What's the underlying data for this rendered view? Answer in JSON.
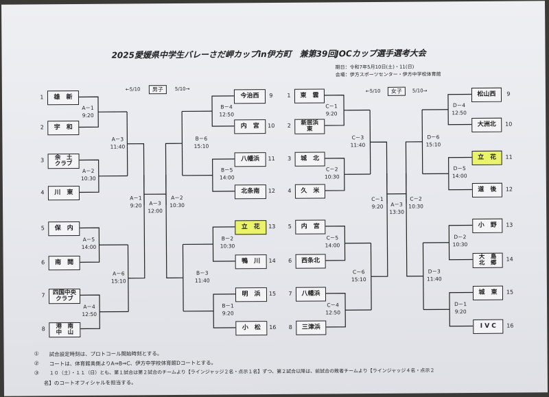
{
  "title": "2025愛媛県中学生バレーさだ岬カップin伊方町　兼第39回JOCカップ選手選考大会",
  "period": "期日：令和7年5月10日(土)・11(日)",
  "venue": "会場：伊方スポーツセンター・伊方中学校体育館",
  "boys": {
    "label": "男子",
    "date_left": "←5/10",
    "date_right": "5/10→",
    "left_teams": [
      {
        "num": "1",
        "name": "雄　新"
      },
      {
        "num": "2",
        "name": "宇　和"
      },
      {
        "num": "3",
        "name": "余　土\nクラブ"
      },
      {
        "num": "4",
        "name": "川　東"
      },
      {
        "num": "5",
        "name": "保　内"
      },
      {
        "num": "6",
        "name": "南　閲"
      },
      {
        "num": "7",
        "name": "四国中央\nクラブ"
      },
      {
        "num": "8",
        "name": "港　南\n中　山"
      }
    ],
    "right_teams": [
      {
        "num": "9",
        "name": "今治西"
      },
      {
        "num": "10",
        "name": "内　宮"
      },
      {
        "num": "11",
        "name": "八幡浜"
      },
      {
        "num": "12",
        "name": "北条南"
      },
      {
        "num": "13",
        "name": "立　花"
      },
      {
        "num": "14",
        "name": "鴨　川"
      },
      {
        "num": "15",
        "name": "明　浜"
      },
      {
        "num": "16",
        "name": "小　松"
      }
    ],
    "matches": {
      "A1": {
        "code": "A－1",
        "time": "9:20"
      },
      "A2": {
        "code": "A－2",
        "time": "10:30"
      },
      "A3": {
        "code": "A－3",
        "time": "11:40"
      },
      "A4": {
        "code": "A－4",
        "time": "12:50"
      },
      "A5": {
        "code": "A－5",
        "time": "14:00"
      },
      "A6": {
        "code": "A－6",
        "time": "15:10"
      },
      "B1": {
        "code": "B－1",
        "time": "9:20"
      },
      "B2": {
        "code": "B－2",
        "time": "10:30"
      },
      "B3": {
        "code": "B－3",
        "time": "11:40"
      },
      "B4": {
        "code": "B－4",
        "time": "12:50"
      },
      "B5": {
        "code": "B－5",
        "time": "14:00"
      },
      "B6": {
        "code": "B－6",
        "time": "15:10"
      },
      "FA1": {
        "code": "A－1",
        "time": "9:20"
      },
      "FA2": {
        "code": "A－2",
        "time": "10:30"
      },
      "FA3": {
        "code": "A－3",
        "time": "12:00"
      }
    }
  },
  "girls": {
    "label": "女子",
    "date_left": "←5/10",
    "date_right": "5/10→",
    "left_teams": [
      {
        "num": "1",
        "name": "東　雲"
      },
      {
        "num": "2",
        "name": "新居浜\n東"
      },
      {
        "num": "3",
        "name": "城　北"
      },
      {
        "num": "4",
        "name": "久　米"
      },
      {
        "num": "5",
        "name": "内　宮"
      },
      {
        "num": "6",
        "name": "西条北"
      },
      {
        "num": "7",
        "name": "八幡浜"
      },
      {
        "num": "8",
        "name": "三津浜"
      }
    ],
    "right_teams": [
      {
        "num": "9",
        "name": "松山西"
      },
      {
        "num": "10",
        "name": "大洲北"
      },
      {
        "num": "11",
        "name": "立　花"
      },
      {
        "num": "12",
        "name": "道　後"
      },
      {
        "num": "13",
        "name": "小　野"
      },
      {
        "num": "14",
        "name": "大　島\n北　郷"
      },
      {
        "num": "15",
        "name": "城　東"
      },
      {
        "num": "16",
        "name": "I V C"
      }
    ],
    "matches": {
      "C1": {
        "code": "C－1",
        "time": "9:20"
      },
      "C2": {
        "code": "C－2",
        "time": "10:30"
      },
      "C3": {
        "code": "C－3",
        "time": "11:40"
      },
      "C4": {
        "code": "C－4",
        "time": "12:50"
      },
      "C5": {
        "code": "C－5",
        "time": "14:00"
      },
      "C6": {
        "code": "C－6",
        "time": "15:10"
      },
      "D1": {
        "code": "D－1",
        "time": "9:20"
      },
      "D2": {
        "code": "D－2",
        "time": "10:30"
      },
      "D3": {
        "code": "D－3",
        "time": "11:40"
      },
      "D4": {
        "code": "D－4",
        "time": "12:50"
      },
      "D5": {
        "code": "D－5",
        "time": "14:00"
      },
      "D6": {
        "code": "D－6",
        "time": "15:10"
      },
      "FC1": {
        "code": "C－1",
        "time": "9:20"
      },
      "FC2": {
        "code": "C－2",
        "time": "10:30"
      },
      "FA3": {
        "code": "A－3",
        "time": "13:30"
      }
    }
  },
  "highlight_color": "#eaf36a",
  "notes": [
    {
      "num": "①",
      "text": "試合設定時刻は、プロトコール開始時刻とする。"
    },
    {
      "num": "②",
      "text": "コートは、体育館奥側よりA⇒B⇒C、伊方中学校体育館Dコートとする。"
    },
    {
      "num": "③",
      "text": "１０（土）・１１（日）とも、第１試合は第２試合のチームより【ラインジャッジ２名・点示１名】ずつ、第２試合以降は、前試合の敗者チームより【ラインジャッジ４名・点示２"
    },
    {
      "num": "",
      "text": "名】のコートオフィシャルを担当する。"
    }
  ]
}
